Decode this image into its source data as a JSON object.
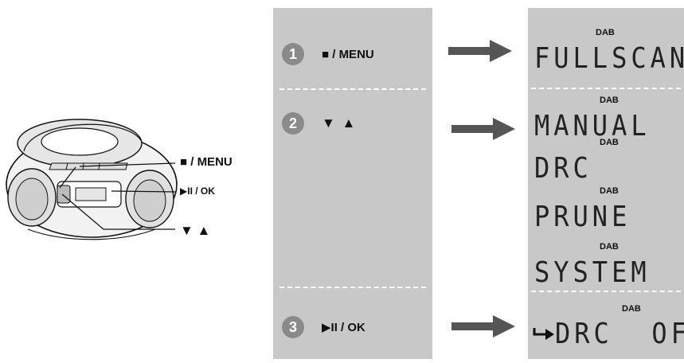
{
  "device": {
    "labels": {
      "menu": "■ / MENU",
      "play_ok": "▶II / OK",
      "arrows": "▼ ▲"
    }
  },
  "steps": [
    {
      "number": "1",
      "text": "■ / MENU"
    },
    {
      "number": "2",
      "text": "▼  ▲"
    },
    {
      "number": "3",
      "text": "▶II / OK"
    }
  ],
  "display": {
    "dab_label": "DAB",
    "items": [
      "FULLSCAN",
      "MANUAL",
      "DRC",
      "PRUNE",
      "SYSTEM",
      "DRC  OFF"
    ]
  },
  "colors": {
    "panel": "#c8c8c8",
    "step_circle": "#8a8a8a",
    "arrow": "#555555"
  }
}
